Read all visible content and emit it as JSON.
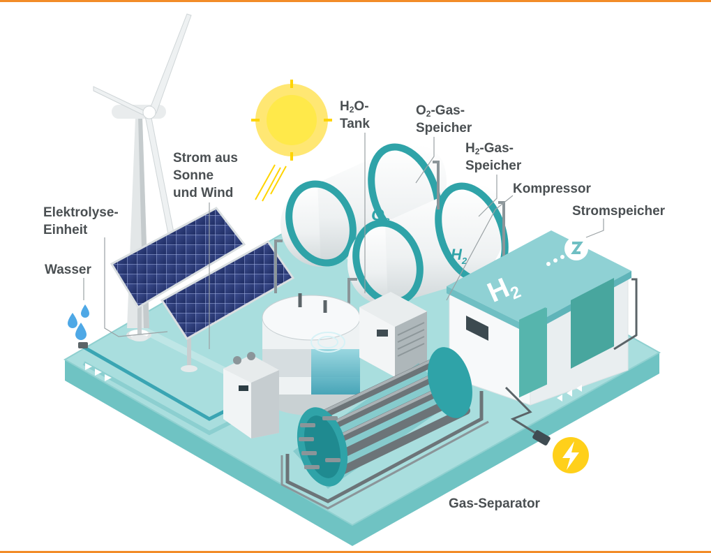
{
  "colors": {
    "rule": "#f28c28",
    "platform_top": "#a9dede",
    "platform_side": "#6fc3c3",
    "teal": "#2fa3a8",
    "label": "#4a4f52",
    "sun": "#ffd400",
    "bolt_bg": "#ffd01a"
  },
  "labels": {
    "h2o_tank_line1_pre": "H",
    "h2o_tank_line1_sub": "2",
    "h2o_tank_line1_post": "O-",
    "h2o_tank_line2": "Tank",
    "o2_storage_line1_pre": "O",
    "o2_storage_line1_sub": "2",
    "o2_storage_line1_post": "-Gas-",
    "o2_storage_line2": "Speicher",
    "h2_storage_line1_pre": "H",
    "h2_storage_line1_sub": "2",
    "h2_storage_line1_post": "-Gas-",
    "h2_storage_line2": "Speicher",
    "compressor": "Kompressor",
    "battery_storage": "Stromspeicher",
    "renewables_line1": "Strom aus",
    "renewables_line2": "Sonne",
    "renewables_line3": "und Wind",
    "electrolysis_line1": "Elektrolyse-",
    "electrolysis_line2": "Einheit",
    "water": "Wasser",
    "gas_separator": "Gas-Separator"
  },
  "tank_markings": {
    "o2_pre": "O",
    "o2_sub": "2",
    "h2_pre": "H",
    "h2_sub": "2",
    "container_pre": "H",
    "container_sub": "2"
  }
}
